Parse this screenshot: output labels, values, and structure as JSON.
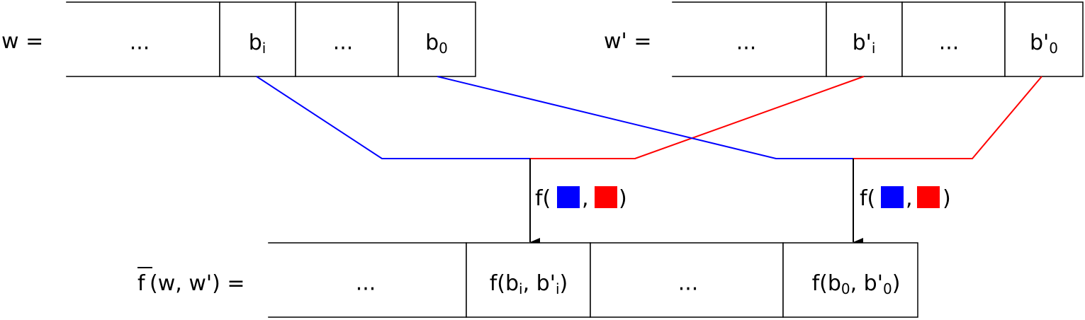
{
  "colors": {
    "blue": "#0000ff",
    "red": "#ff0000",
    "line": "#000000"
  },
  "word_w": {
    "label": "w =",
    "cells": {
      "dots_left": "...",
      "bi_base": "b",
      "bi_sub": "i",
      "dots_mid": "...",
      "b0_base": "b",
      "b0_sub": "0"
    }
  },
  "word_w_prime": {
    "label": "w' =",
    "cells": {
      "dots_left": "...",
      "bi_base": "b'",
      "bi_sub": "i",
      "dots_mid": "...",
      "b0_base": "b'",
      "b0_sub": "0"
    }
  },
  "apply_labels": {
    "left": {
      "open": "f(",
      "comma": ",",
      "close": ")"
    },
    "right": {
      "open": "f(",
      "comma": ",",
      "close": ")"
    }
  },
  "result": {
    "label_fbar": "f",
    "label_rest": "(w, w') =",
    "cells": {
      "dots_left": "...",
      "fi_open": "f(b",
      "fi_sub1": "i",
      "fi_mid": ", b'",
      "fi_sub2": "i",
      "fi_close": ")",
      "dots_mid": "...",
      "f0_open": "f(b",
      "f0_sub1": "0",
      "f0_mid": ", b'",
      "f0_sub2": "0",
      "f0_close": ")"
    }
  }
}
